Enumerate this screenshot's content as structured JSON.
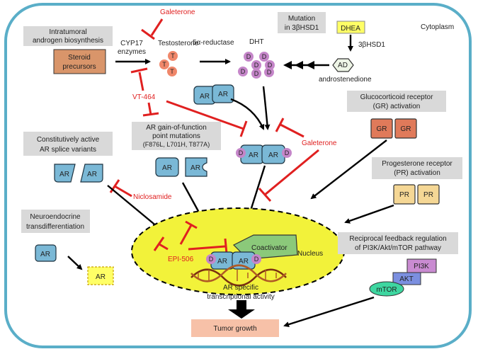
{
  "drugs": {
    "galeterone": "Galeterone",
    "vt464": "VT-464",
    "niclosamide": "Niclosamide",
    "epi506": "EPI-506"
  },
  "labels": {
    "intratumoral_l1": "Intratumoral",
    "intratumoral_l2": "androgen biosynthesis",
    "steroid_l1": "Steroid",
    "steroid_l2": "precursors",
    "cyp17_l1": "CYP17",
    "cyp17_l2": "enzymes",
    "testosterone": "Testosterone",
    "five_alpha": "5α-reductase",
    "dht": "DHT",
    "mutation_l1": "Mutation",
    "mutation_l2": "in 3βHSD1",
    "dhea": "DHEA",
    "three_beta": "3βHSD1",
    "cytoplasm": "Cytoplasm",
    "androstenedione": "androstenedione",
    "gr_l1": "Glucocorticoid receptor",
    "gr_l2": "(GR) activation",
    "splice_l1": "Constitutively active",
    "splice_l2": "AR splice variants",
    "gof_l1": "AR gain-of-function",
    "gof_l2": "point mutations",
    "gof_l3": "(F876L, L701H, T877A)",
    "pr_l1": "Progesterone receptor",
    "pr_l2": "(PR) activation",
    "neuro_l1": "Neuroendocrine",
    "neuro_l2": "transdifferentiation",
    "recip_l1": "Reciprocal feedback regulation",
    "recip_l2": "of PI3K/Akt/mTOR pathway",
    "coactivator": "Coactivator",
    "nucleus": "Nucleus",
    "ar_specific_l1": "AR specific",
    "ar_specific_l2": "transcriptional activity",
    "tumor_growth": "Tumor growth"
  },
  "molecules": {
    "AR": "AR",
    "GR": "GR",
    "PR": "PR",
    "D": "D",
    "T": "T",
    "AD": "AD",
    "PI3K": "PI3K",
    "AKT": "AKT",
    "mTOR": "mTOR"
  },
  "colors": {
    "inhibitor": "#e02020",
    "ar_fill": "#7ab8d6",
    "nucleus_fill": "#f2f23a",
    "coactivator_fill": "#8bc97a",
    "steroid_fill": "#d9956a",
    "testosterone_fill": "#f0876a",
    "dht_fill": "#c586c9",
    "dhea_fill": "#ffff66",
    "gr_fill": "#e07a5a",
    "pr_fill": "#f5d795",
    "tumor_fill": "#f7c1a8",
    "pi3k_fill": "#c98bd1",
    "akt_fill": "#7b8fe0",
    "mtor_fill": "#3ed6a0",
    "cell_border": "#5aaec8"
  }
}
